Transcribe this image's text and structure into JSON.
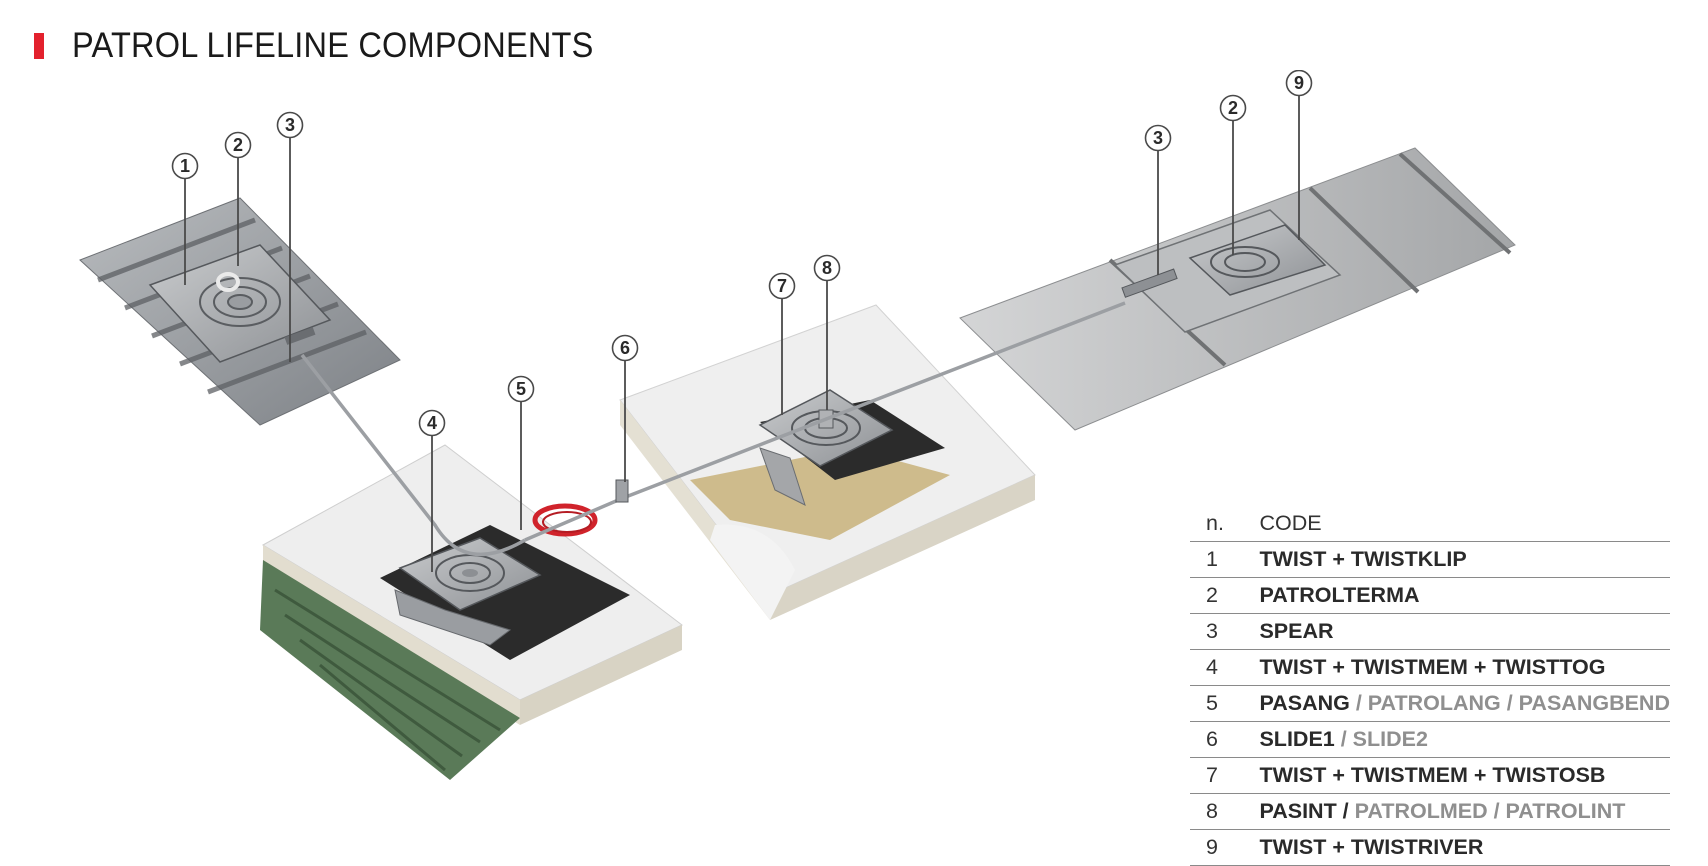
{
  "title": "PATROL LIFELINE COMPONENTS",
  "accent_color": "#e3212d",
  "callouts": [
    "1",
    "2",
    "3",
    "4",
    "5",
    "6",
    "7",
    "8",
    "9"
  ],
  "table": {
    "headers": {
      "n": "n.",
      "code": "CODE"
    },
    "rows": [
      {
        "n": "1",
        "main": "TWIST + TWISTKLIP",
        "alternatives": ""
      },
      {
        "n": "2",
        "main": "PATROLTERMA",
        "alternatives": ""
      },
      {
        "n": "3",
        "main": "SPEAR",
        "alternatives": ""
      },
      {
        "n": "4",
        "main": "TWIST + TWISTMEM + TWISTTOG",
        "alternatives": ""
      },
      {
        "n": "5",
        "main": "PASANG",
        "alternatives": "/ PATROLANG / PASANGBEND"
      },
      {
        "n": "6",
        "main": "SLIDE1",
        "alternatives": "/ SLIDE2"
      },
      {
        "n": "7",
        "main": "TWIST + TWISTMEM + TWISTOSB",
        "alternatives": ""
      },
      {
        "n": "8",
        "main": "PASINT /",
        "alternatives": "PATROLMED / PATROLINT"
      },
      {
        "n": "9",
        "main": "TWIST + TWISTRIVER",
        "alternatives": ""
      }
    ]
  }
}
